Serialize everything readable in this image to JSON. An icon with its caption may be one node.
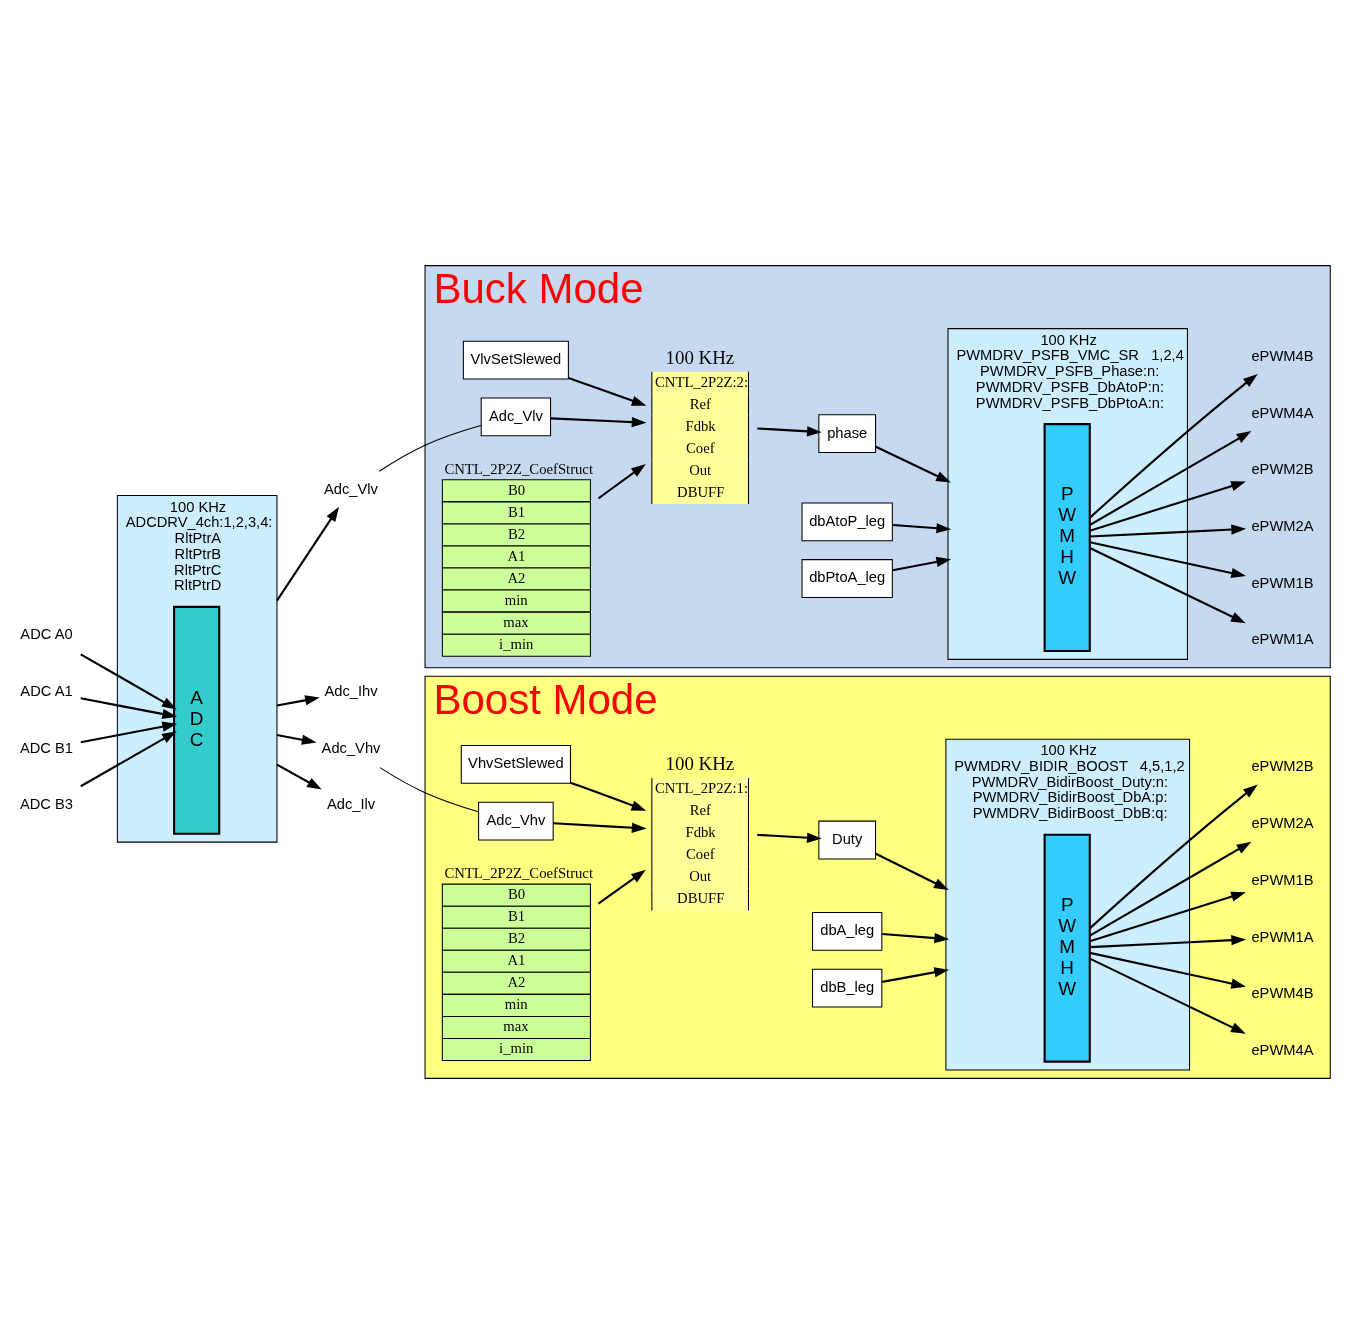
{
  "diagram": {
    "nodes": [
      {
        "text": [
          "Buck Mode"
        ]
      },
      {
        "text": [
          "VlvSetSlewed"
        ],
        "in": 0
      },
      {
        "text": [
          "Adc_Vlv"
        ],
        "in": 0
      },
      {
        "text": [
          "100 KHz",
          "CNTL_2P2Z:2:",
          "Ref",
          "Fdbk",
          "Coef",
          "Out",
          "DBUFF"
        ],
        "in": 0
      },
      {
        "text": [
          "CNTL_2P2Z_CoefStruct",
          "B0",
          "B1",
          "B2",
          "A1",
          "A2",
          "min",
          "max",
          "i_min"
        ],
        "in": 0
      },
      {
        "text": [
          "phase"
        ],
        "in": 0
      },
      {
        "text": [
          "100 KHz",
          "PWMDRV_PSFB_VMC_SR   1,2,4",
          "PWMDRV_PSFB_Phase:n:",
          "PWMDRV_PSFB_DbAtoP:n:",
          "PWMDRV_PSFB_DbPtoA:n:"
        ],
        "in": 0
      },
      {
        "text": [
          "P W M H W"
        ],
        "in": 6
      },
      {
        "text": [
          "ePWM1A"
        ],
        "in": 0
      },
      {
        "text": [
          "ePWM1B"
        ],
        "in": 0
      },
      {
        "text": [
          "ePWM2A"
        ],
        "in": 0
      },
      {
        "text": [
          "ePWM2B"
        ],
        "in": 0
      },
      {
        "text": [
          "ePWM4A"
        ],
        "in": 0
      },
      {
        "text": [
          "ePWM4B"
        ],
        "in": 0
      },
      {
        "text": [
          "dbAtoP_leg"
        ],
        "in": 0
      },
      {
        "text": [
          "dbPtoA_leg"
        ],
        "in": 0
      },
      {
        "text": [
          "100 KHz",
          "ADCDRV_4ch:1,2,3,4:",
          "RltPtrA",
          "RltPtrB",
          "RltPtrC",
          "RltPtrD"
        ]
      },
      {
        "text": [
          "A D C"
        ],
        "in": 16
      },
      {
        "text": [
          "ADC A0"
        ]
      },
      {
        "text": [
          "ADC A1"
        ]
      },
      {
        "text": [
          "ADC B1"
        ]
      },
      {
        "text": [
          "ADC B3"
        ]
      },
      {
        "text": [
          "Adc_Vlv"
        ]
      },
      {
        "text": [
          "Adc_Ihv"
        ]
      },
      {
        "text": [
          "Adc_Vhv"
        ]
      },
      {
        "text": [
          "Adc_Ilv"
        ]
      },
      {
        "text": [
          "Boost Mode"
        ]
      },
      {
        "text": [
          "VhvSetSlewed"
        ],
        "in": 26
      },
      {
        "text": [
          "Adc_Vhv"
        ],
        "in": 26
      },
      {
        "text": [
          "100 KHz",
          "CNTL_2P2Z:1:",
          "Ref",
          "Fdbk",
          "Coef",
          "Out",
          "DBUFF"
        ],
        "in": 26
      },
      {
        "text": [
          "CNTL_2P2Z_CoefStruct",
          "B0",
          "B1",
          "B2",
          "A1",
          "A2",
          "min",
          "max",
          "i_min"
        ],
        "in": 26
      },
      {
        "text": [
          "Duty"
        ],
        "in": 26
      },
      {
        "text": [
          "100 KHz",
          "PWMDRV_BIDIR_BOOST   4,5,1,2",
          "PWMDRV_BidirBoost_Duty:n:",
          "PWMDRV_BidirBoost_DbA:p:",
          "PWMDRV_BidirBoost_DbB:q:"
        ],
        "in": 26
      },
      {
        "text": [
          "P W M H W"
        ],
        "in": 32
      },
      {
        "text": [
          "ePWM4A"
        ],
        "in": 26
      },
      {
        "text": [
          "ePWM4B"
        ],
        "in": 26
      },
      {
        "text": [
          "ePWM1A"
        ],
        "in": 26
      },
      {
        "text": [
          "ePWM1B"
        ],
        "in": 26
      },
      {
        "text": [
          "ePWM2A"
        ],
        "in": 26
      },
      {
        "text": [
          "ePWM2B"
        ],
        "in": 26
      },
      {
        "text": [
          "dbA_leg"
        ],
        "in": 26
      },
      {
        "text": [
          "dbB_leg"
        ],
        "in": 26
      }
    ],
    "edges": [
      {
        "from": 1,
        "to": 3,
        "arrow": "to"
      },
      {
        "from": 2,
        "to": 3,
        "arrow": "to"
      },
      {
        "from": 4,
        "to": 3,
        "arrow": "to"
      },
      {
        "from": 3,
        "to": 5,
        "arrow": "to"
      },
      {
        "from": 5,
        "to": 6,
        "arrow": "to"
      },
      {
        "from": 14,
        "to": 6,
        "arrow": "to"
      },
      {
        "from": 15,
        "to": 6,
        "arrow": "to"
      },
      {
        "from": 7,
        "to": 8,
        "arrow": "to"
      },
      {
        "from": 7,
        "to": 9,
        "arrow": "to"
      },
      {
        "from": 7,
        "to": 10,
        "arrow": "to"
      },
      {
        "from": 7,
        "to": 11,
        "arrow": "to"
      },
      {
        "from": 7,
        "to": 12,
        "arrow": "to"
      },
      {
        "from": 7,
        "to": 13,
        "arrow": "to"
      },
      {
        "from": 18,
        "to": 17,
        "arrow": "to"
      },
      {
        "from": 19,
        "to": 17,
        "arrow": "to"
      },
      {
        "from": 20,
        "to": 17,
        "arrow": "to"
      },
      {
        "from": 21,
        "to": 17,
        "arrow": "to"
      },
      {
        "from": 16,
        "to": 22,
        "arrow": "to"
      },
      {
        "from": 16,
        "to": 23,
        "arrow": "to"
      },
      {
        "from": 16,
        "to": 24,
        "arrow": "to"
      },
      {
        "from": 16,
        "to": 25,
        "arrow": "to"
      },
      {
        "from": 22,
        "to": 2,
        "arrow": "none"
      },
      {
        "from": 24,
        "to": 28,
        "arrow": "none"
      },
      {
        "from": 27,
        "to": 29,
        "arrow": "to"
      },
      {
        "from": 28,
        "to": 29,
        "arrow": "to"
      },
      {
        "from": 30,
        "to": 29,
        "arrow": "to"
      },
      {
        "from": 29,
        "to": 31,
        "arrow": "to"
      },
      {
        "from": 31,
        "to": 32,
        "arrow": "to"
      },
      {
        "from": 40,
        "to": 32,
        "arrow": "to"
      },
      {
        "from": 41,
        "to": 32,
        "arrow": "to"
      },
      {
        "from": 33,
        "to": 34,
        "arrow": "to"
      },
      {
        "from": 33,
        "to": 35,
        "arrow": "to"
      },
      {
        "from": 33,
        "to": 36,
        "arrow": "to"
      },
      {
        "from": 33,
        "to": 37,
        "arrow": "to"
      },
      {
        "from": 33,
        "to": 38,
        "arrow": "to"
      },
      {
        "from": 33,
        "to": 39,
        "arrow": "to"
      }
    ]
  }
}
